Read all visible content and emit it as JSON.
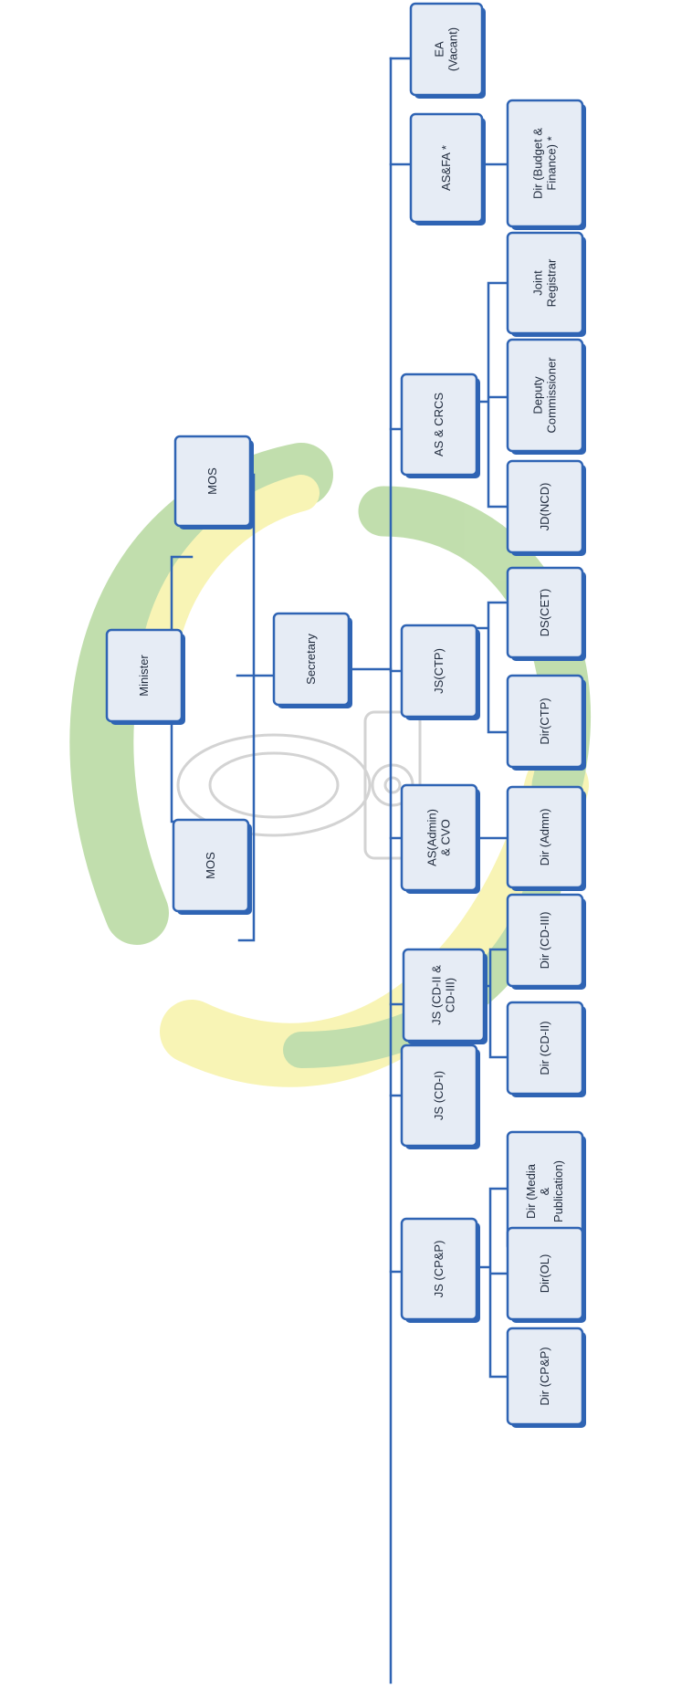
{
  "diagram": {
    "nodes": [
      {
        "id": "minister",
        "label": "Minister"
      },
      {
        "id": "mos_top",
        "label": "MOS"
      },
      {
        "id": "mos_bottom",
        "label": "MOS"
      },
      {
        "id": "secretary",
        "label": "Secretary"
      },
      {
        "id": "ea",
        "label": "EA (Vacant)"
      },
      {
        "id": "asfa",
        "label": "AS&FA *"
      },
      {
        "id": "dir_budget",
        "label": "Dir (Budget & Finance) *"
      },
      {
        "id": "as_crcs",
        "label": "AS & CRCS"
      },
      {
        "id": "joint_registrar",
        "label": "Joint Registrar"
      },
      {
        "id": "deputy_commissioner",
        "label": "Deputy Commissioner"
      },
      {
        "id": "jd_ncd",
        "label": "JD(NCD)"
      },
      {
        "id": "js_ctp",
        "label": "JS(CTP)"
      },
      {
        "id": "ds_cet",
        "label": "DS(CET)"
      },
      {
        "id": "dir_ctp",
        "label": "Dir(CTP)"
      },
      {
        "id": "as_admin",
        "label": "AS(Admin) & CVO"
      },
      {
        "id": "dir_admn",
        "label": "Dir (Admn)"
      },
      {
        "id": "js_cd23",
        "label": "JS (CD-II & CD-III)"
      },
      {
        "id": "dir_cd3",
        "label": "Dir (CD-III)"
      },
      {
        "id": "dir_cd2",
        "label": "Dir (CD-II)"
      },
      {
        "id": "js_cd1",
        "label": "JS (CD-I)"
      },
      {
        "id": "js_cpp",
        "label": "JS (CP&P)"
      },
      {
        "id": "dir_media",
        "label": "Dir (Media & Publication)"
      },
      {
        "id": "dir_ol",
        "label": "Dir(OL)"
      },
      {
        "id": "dir_cpp",
        "label": "Dir (CP&P)"
      }
    ],
    "edges": [
      [
        "minister",
        "mos_top"
      ],
      [
        "minister",
        "mos_bottom"
      ],
      [
        "minister",
        "secretary"
      ],
      [
        "secretary",
        "ea"
      ],
      [
        "secretary",
        "asfa"
      ],
      [
        "secretary",
        "as_crcs"
      ],
      [
        "secretary",
        "js_ctp"
      ],
      [
        "secretary",
        "as_admin"
      ],
      [
        "secretary",
        "js_cd23"
      ],
      [
        "secretary",
        "js_cd1"
      ],
      [
        "secretary",
        "js_cpp"
      ],
      [
        "asfa",
        "dir_budget"
      ],
      [
        "as_crcs",
        "joint_registrar"
      ],
      [
        "as_crcs",
        "deputy_commissioner"
      ],
      [
        "as_crcs",
        "jd_ncd"
      ],
      [
        "js_ctp",
        "ds_cet"
      ],
      [
        "js_ctp",
        "dir_ctp"
      ],
      [
        "as_admin",
        "dir_admn"
      ],
      [
        "js_cd23",
        "dir_cd3"
      ],
      [
        "js_cd23",
        "dir_cd2"
      ],
      [
        "js_cpp",
        "dir_media"
      ],
      [
        "js_cpp",
        "dir_ol"
      ],
      [
        "js_cpp",
        "dir_cpp"
      ]
    ]
  },
  "colors": {
    "box_fill": "#e6ecf5",
    "box_border": "#2f64b4",
    "connector": "#2f64b4",
    "text": "#1f2a3c",
    "watermark_green": "#8fc46b",
    "watermark_yellow": "#f3ec7a",
    "watermark_emblem": "#b0b0b0"
  }
}
